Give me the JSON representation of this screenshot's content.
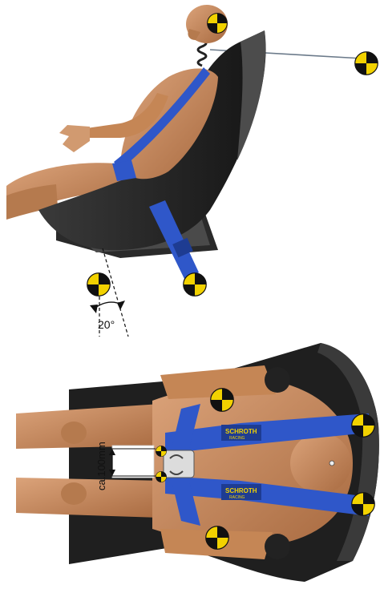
{
  "figure": {
    "angle_label": "20°",
    "belt_gap_label": "ca.100mm",
    "belt_brand": "SCHROTH",
    "belt_brand_sub": "RACING",
    "belt_strip_text": "SCHROTH",
    "colors": {
      "skin": "#c98a5a",
      "skin_shadow": "#9c6238",
      "seat": "#1f1f1f",
      "seat_highlight": "#3b3b3b",
      "belt": "#2f57c9",
      "belt_dark": "#1e3c92",
      "target_yellow": "#f2d200",
      "target_black": "#111111",
      "spring": "#222222"
    },
    "icons": [
      "crash-test-target-icon",
      "seat-icon",
      "dummy-icon",
      "harness-icon"
    ]
  }
}
